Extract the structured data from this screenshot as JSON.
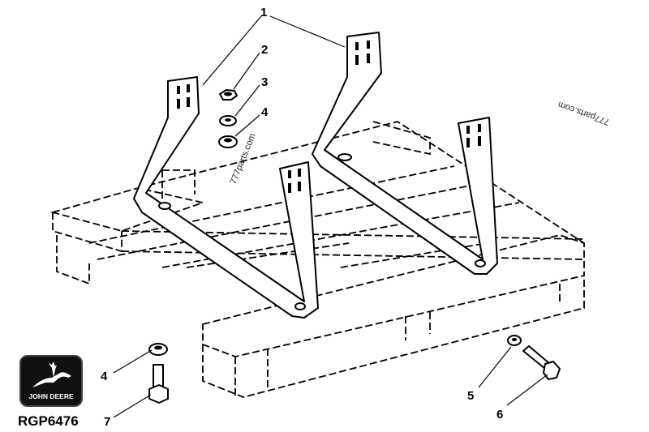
{
  "diagram": {
    "figure_code": "RGP6476",
    "brand_logo": "JOHN DEERE",
    "watermarks": [
      "777parts.com",
      "777parts.com"
    ],
    "callouts": [
      {
        "id": "callout-1",
        "label": "1"
      },
      {
        "id": "callout-2",
        "label": "2"
      },
      {
        "id": "callout-3",
        "label": "3"
      },
      {
        "id": "callout-4-top",
        "label": "4"
      },
      {
        "id": "callout-4-bottom",
        "label": "4"
      },
      {
        "id": "callout-5",
        "label": "5"
      },
      {
        "id": "callout-6",
        "label": "6"
      },
      {
        "id": "callout-7",
        "label": "7"
      }
    ]
  }
}
